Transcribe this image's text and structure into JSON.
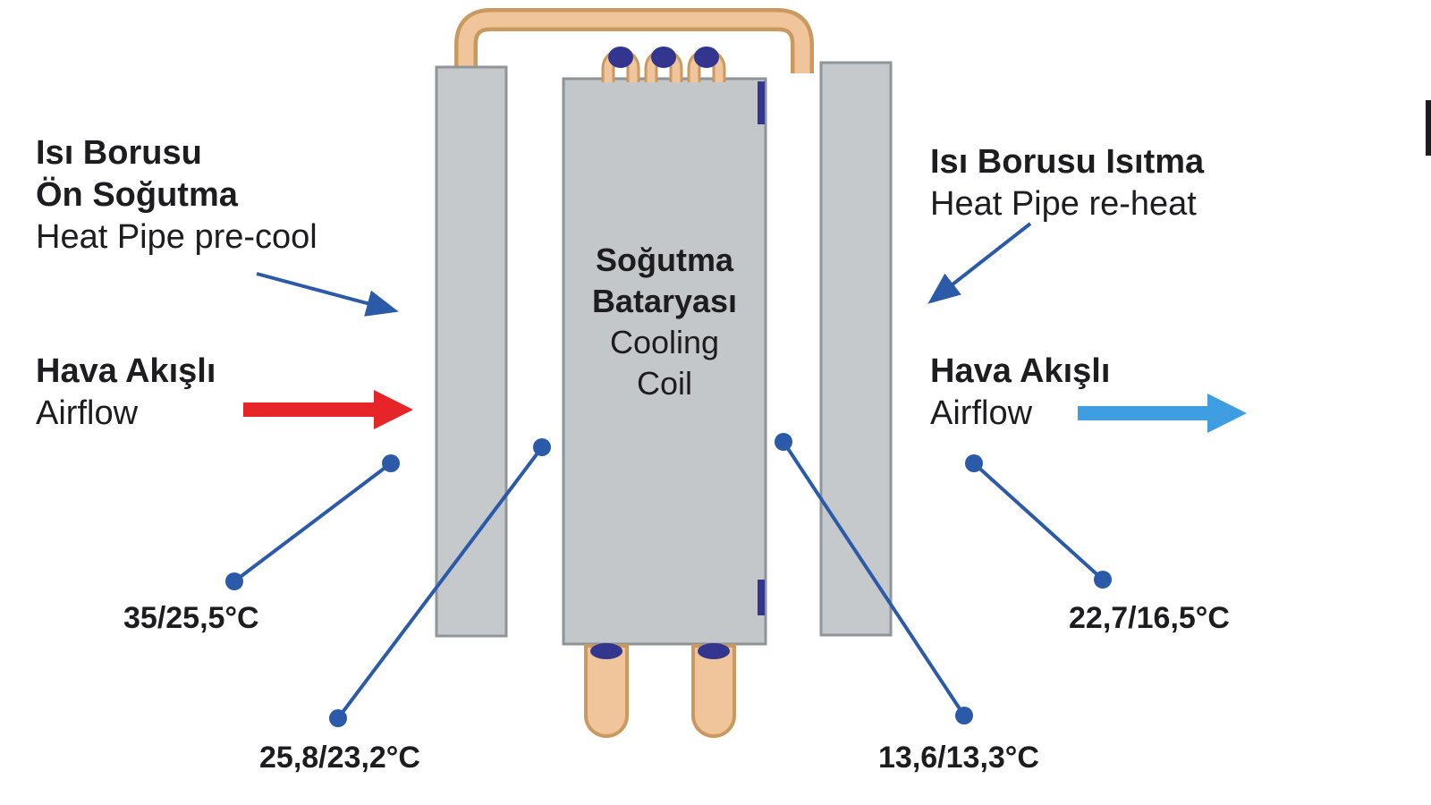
{
  "diagram": {
    "left_heatpipe": {
      "title1": "Isı Borusu",
      "title2": "Ön Soğutma",
      "subtitle": "Heat Pipe pre-cool"
    },
    "right_heatpipe": {
      "title": "Isı Borusu Isıtma",
      "subtitle": "Heat Pipe re-heat"
    },
    "airflow_in": {
      "title": "Hava Akışlı",
      "subtitle": "Airflow"
    },
    "airflow_out": {
      "title": "Hava Akışlı",
      "subtitle": "Airflow"
    },
    "cooling_coil": {
      "title1": "Soğutma",
      "title2": "Bataryası",
      "subtitle1": "Cooling",
      "subtitle2": "Coil"
    },
    "temperatures": {
      "inlet": "35/25,5°C",
      "after_precool": "25,8/23,2°C",
      "after_coil": "13,6/13,3°C",
      "outlet": "22,7/16,5°C"
    },
    "colors": {
      "pointer_blue": "#2b5aa8",
      "airflow_in_red": "#e52528",
      "airflow_out_blue": "#3f9ee2",
      "component_gray": "#c6c9cb",
      "component_border_gray": "#8f9598",
      "copper_light": "#f1c59b",
      "copper_dark": "#c9995f",
      "coil_accent_navy": "#32368f",
      "text": "#1d1d20"
    }
  }
}
